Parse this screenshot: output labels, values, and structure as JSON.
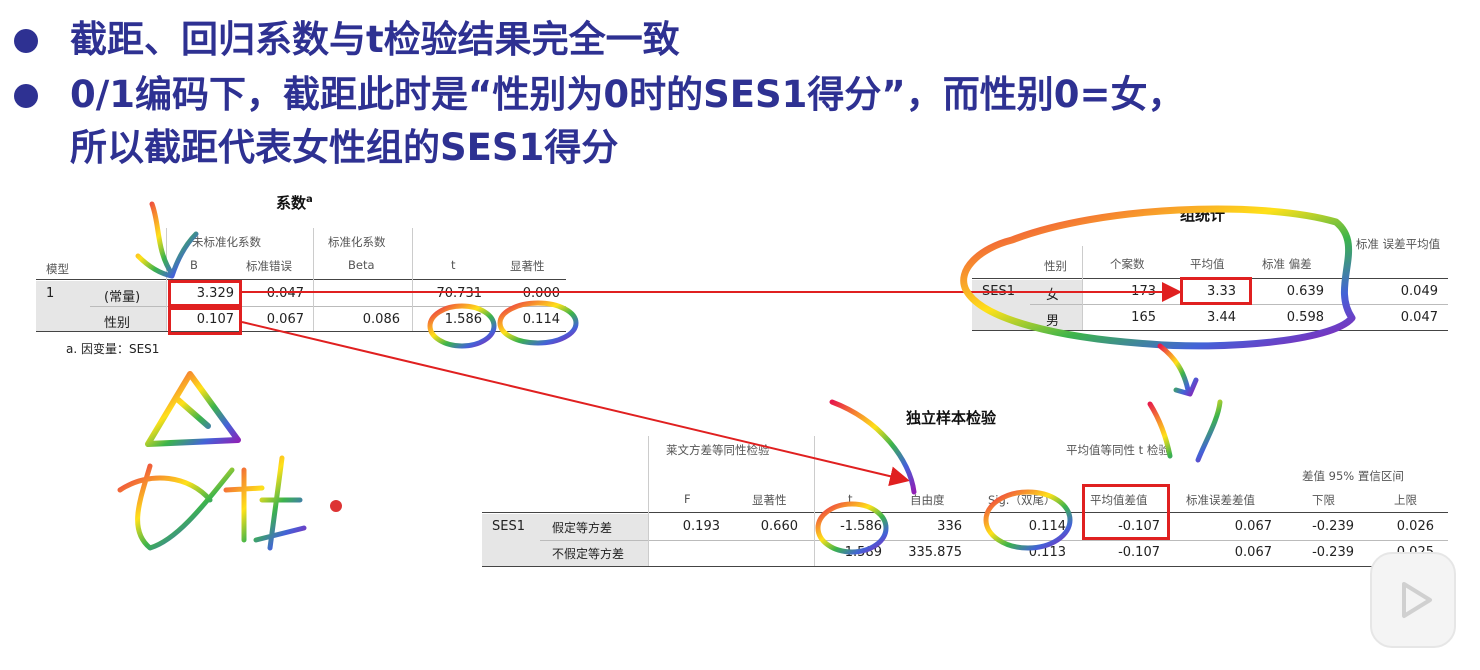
{
  "bullets": [
    "截距、回归系数与t检验结果完全一致",
    "0/1编码下，截距此时是“性别为0时的SES1得分”，而性别0=女，",
    "所以截距代表女性组的SES1得分"
  ],
  "coef": {
    "title": "系数",
    "title_sup": "a",
    "h_unstd": "未标准化系数",
    "h_std": "标准化系数",
    "h_model": "模型",
    "h_b": "B",
    "h_se": "标准错误",
    "h_beta": "Beta",
    "h_t": "t",
    "h_sig": "显著性",
    "rows": [
      {
        "model": "1",
        "var": "(常量)",
        "b": "3.329",
        "se": "0.047",
        "beta": "",
        "t": "70.731",
        "sig": "0.000"
      },
      {
        "model": "",
        "var": "性别",
        "b": "0.107",
        "se": "0.067",
        "beta": "0.086",
        "t": "1.586",
        "sig": "0.114"
      }
    ],
    "footnote": "a. 因变量：SES1"
  },
  "group": {
    "title": "组统计",
    "h_gender": "性别",
    "h_n": "个案数",
    "h_mean": "平均值",
    "h_sd": "标准 偏差",
    "h_sem": "标准 误差平均值",
    "rows": [
      {
        "var": "SES1",
        "g": "女",
        "n": "173",
        "mean": "3.33",
        "sd": "0.639",
        "sem": "0.049"
      },
      {
        "var": "",
        "g": "男",
        "n": "165",
        "mean": "3.44",
        "sd": "0.598",
        "sem": "0.047"
      }
    ]
  },
  "ttest": {
    "title": "独立样本检验",
    "h_levene": "莱文方差等同性检验",
    "h_ttest": "平均值等同性 t 检验",
    "h_ci": "差值 95% 置信区间",
    "h_f": "F",
    "h_sig": "显著性",
    "h_t": "t",
    "h_df": "自由度",
    "h_sig2": "Sig.（双尾）",
    "h_md": "平均值差值",
    "h_sed": "标准误差差值",
    "h_low": "下限",
    "h_up": "上限",
    "rows": [
      {
        "var": "SES1",
        "assume": "假定等方差",
        "f": "0.193",
        "sig": "0.660",
        "t": "-1.586",
        "df": "336",
        "sig2": "0.114",
        "md": "-0.107",
        "sed": "0.067",
        "low": "-0.239",
        "up": "0.026"
      },
      {
        "var": "",
        "assume": "不假定等方差",
        "f": "",
        "sig": "",
        "t": "-1.589",
        "df": "335.875",
        "sig2": "0.113",
        "md": "-0.107",
        "sed": "0.067",
        "low": "-0.239",
        "up": "0.025"
      }
    ]
  },
  "colors": {
    "bullet": "#2e3192",
    "highlight": "#e02020"
  }
}
